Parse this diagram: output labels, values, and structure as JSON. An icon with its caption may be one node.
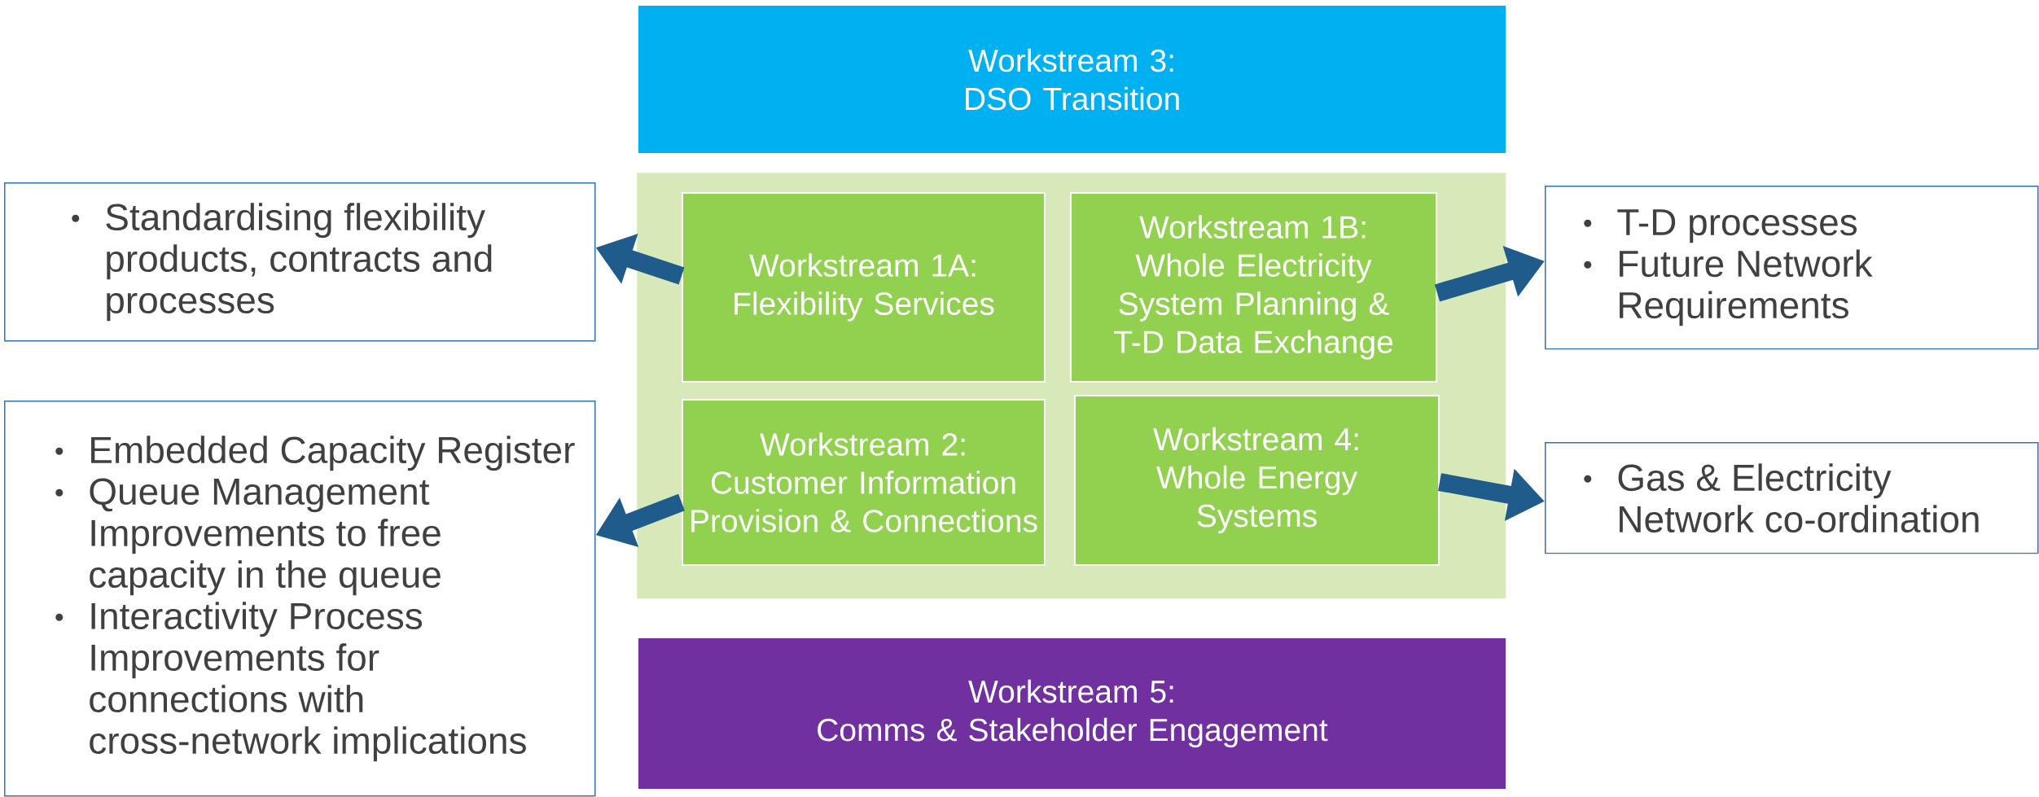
{
  "diagram": {
    "nodes": [
      {
        "text": [
          "Workstream 3:",
          "DSO Transition"
        ]
      },
      {
        "text": [
          "Standardising flexibility products, contracts and processes"
        ]
      },
      {
        "text": [],
        "shape": "box"
      },
      {
        "text": [
          "Workstream 1A:",
          "Flexibility Services"
        ],
        "in": 2
      },
      {
        "text": [
          "Workstream 1B:",
          "Whole Electricity System Planning & T-D Data Exchange"
        ],
        "in": 2
      },
      {
        "text": [
          "T-D processes",
          "Future Network Requirements"
        ]
      },
      {
        "text": [
          "Embedded Capacity Register",
          "Queue Management Improvements to free capacity in the queue",
          "Interactivity Process Improvements for connections with cross-network implications"
        ]
      },
      {
        "text": [
          "Workstream 2:",
          "Customer Information Provision & Connections"
        ],
        "in": 2
      },
      {
        "text": [
          "Workstream 4:",
          "Whole Energy Systems"
        ],
        "in": 2
      },
      {
        "text": [
          "Gas & Electricity Network co-ordination"
        ]
      },
      {
        "text": [
          "Workstream 5:",
          "Comms & Stakeholder Engagement"
        ]
      }
    ],
    "edges": [
      {
        "from": 3,
        "to": 1,
        "arrow": "to"
      },
      {
        "from": 7,
        "to": 6,
        "arrow": "to"
      },
      {
        "from": 4,
        "to": 5,
        "arrow": "to"
      },
      {
        "from": 8,
        "to": 9,
        "arrow": "to"
      }
    ]
  }
}
